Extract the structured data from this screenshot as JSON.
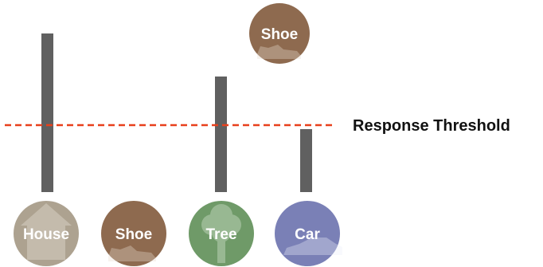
{
  "threshold": {
    "label": "Response Threshold",
    "color": "#e8401c"
  },
  "bar_color": "#606060",
  "stimuli": [
    {
      "label": "House",
      "icon": "house-icon",
      "color": "#ada290"
    },
    {
      "label": "Shoe",
      "icon": "shoe-icon",
      "color": "#8e6a4f"
    },
    {
      "label": "Tree",
      "icon": "tree-icon",
      "color": "#6f9a68"
    },
    {
      "label": "Car",
      "icon": "car-icon",
      "color": "#7a80b6"
    }
  ],
  "detected": {
    "label": "Shoe",
    "icon": "shoe-icon",
    "color": "#8e6a4f"
  }
}
